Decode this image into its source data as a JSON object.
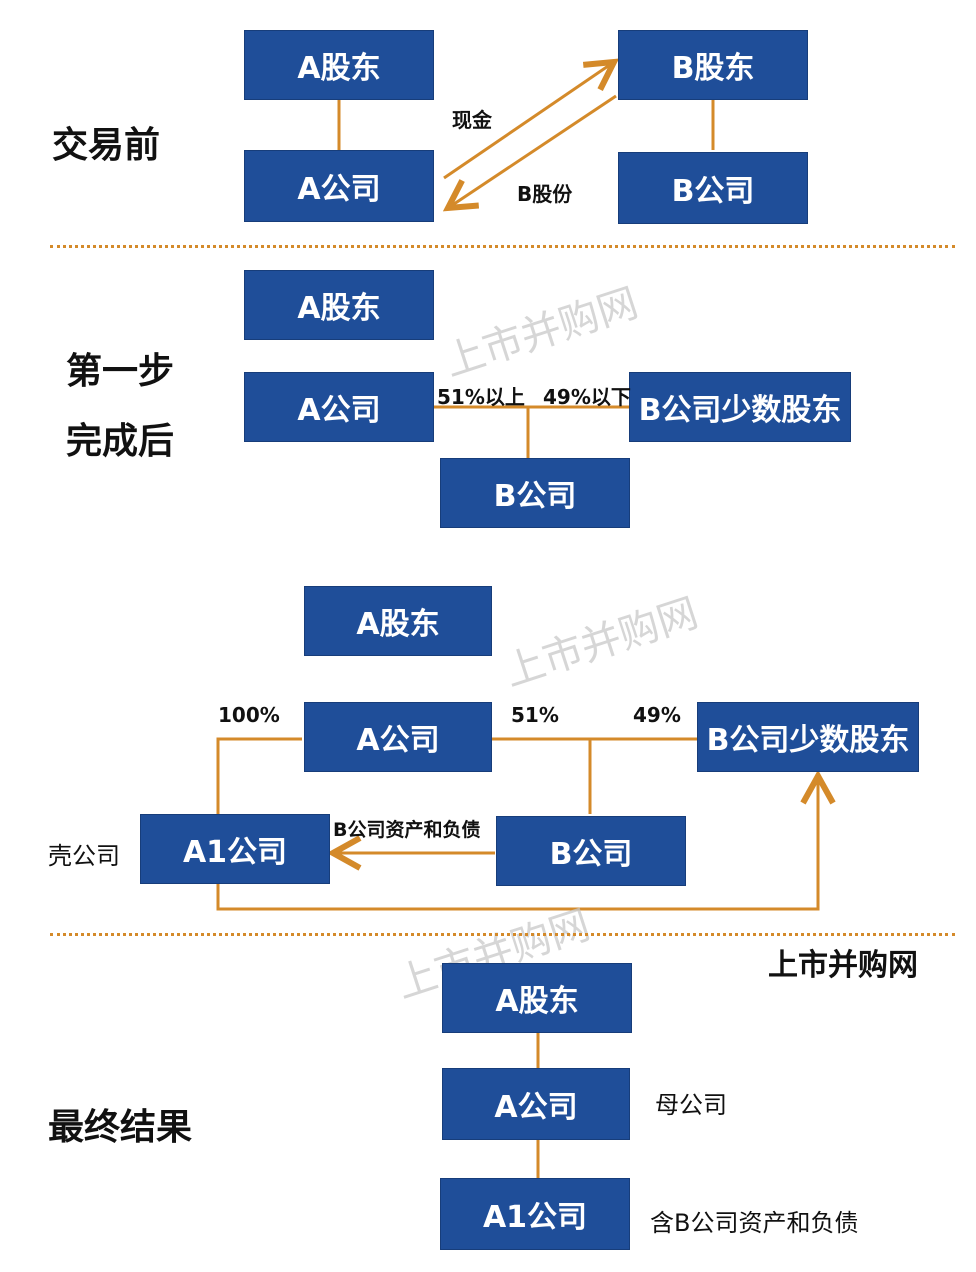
{
  "sections": {
    "before": "交易前",
    "step1_line1": "第一步",
    "step1_line2": "完成后",
    "final": "最终结果"
  },
  "before": {
    "a_shareholder": "A股东",
    "a_company": "A公司",
    "b_shareholder": "B股东",
    "b_company": "B公司",
    "cash": "现金",
    "b_shares": "B股份"
  },
  "step1": {
    "a_shareholder": "A股东",
    "a_company": "A公司",
    "b_minority": "B公司少数股东",
    "b_company": "B公司",
    "pct_majority": "51%以上",
    "pct_minority": "49%以下"
  },
  "step2": {
    "a_shareholder": "A股东",
    "a_company": "A公司",
    "b_minority": "B公司少数股东",
    "a1_company": "A1公司",
    "b_company": "B公司",
    "pct_100": "100%",
    "pct_51": "51%",
    "pct_49": "49%",
    "shell_label": "壳公司",
    "transfer_label": "B公司资产和负债"
  },
  "final": {
    "a_shareholder": "A股东",
    "a_company": "A公司",
    "a1_company": "A1公司",
    "parent_label": "母公司",
    "contains_label": "含B公司资产和负债"
  },
  "watermark": "上市并购网",
  "brand": "上市并购网",
  "colors": {
    "box_fill": "#1f4e99",
    "connector": "#d48a2a",
    "divider": "#d48a2a"
  }
}
